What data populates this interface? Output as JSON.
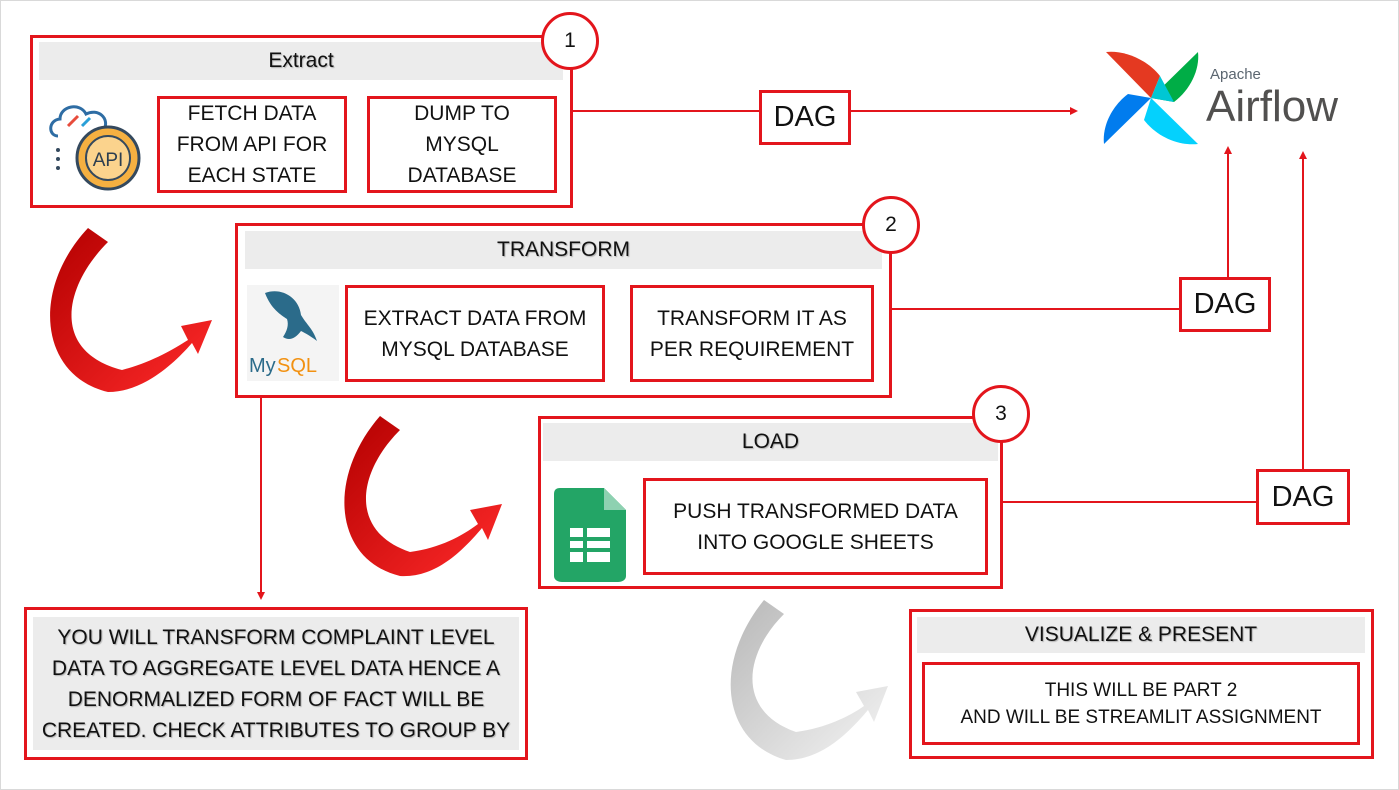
{
  "extract": {
    "number": "1",
    "title": "Extract",
    "step1": "FETCH DATA FROM API FOR EACH STATE",
    "step2": "DUMP TO MYSQL DATABASE",
    "icon_label": "API"
  },
  "transform": {
    "number": "2",
    "title": "TRANSFORM",
    "step1": "EXTRACT DATA FROM MYSQL DATABASE",
    "step2": "TRANSFORM IT AS PER REQUIREMENT",
    "logo_my": "My",
    "logo_sql": "SQL"
  },
  "load": {
    "number": "3",
    "title": "LOAD",
    "step1": "PUSH TRANSFORMED DATA INTO GOOGLE SHEETS"
  },
  "note": {
    "text": "YOU WILL TRANSFORM COMPLAINT LEVEL DATA TO AGGREGATE LEVEL DATA HENCE A DENORMALIZED FORM OF FACT WILL BE CREATED. CHECK ATTRIBUTES TO GROUP BY"
  },
  "visualize": {
    "title": "VISUALIZE & PRESENT",
    "line1": "THIS WILL BE PART 2",
    "line2": "AND WILL BE STREAMLIT ASSIGNMENT"
  },
  "dag_labels": [
    "DAG",
    "DAG",
    "DAG"
  ],
  "airflow": {
    "apache": "Apache",
    "name": "Airflow"
  },
  "colors": {
    "accent": "#e3151c",
    "header_bg": "#ececec",
    "faded_arrow": "#d0d0d0"
  }
}
